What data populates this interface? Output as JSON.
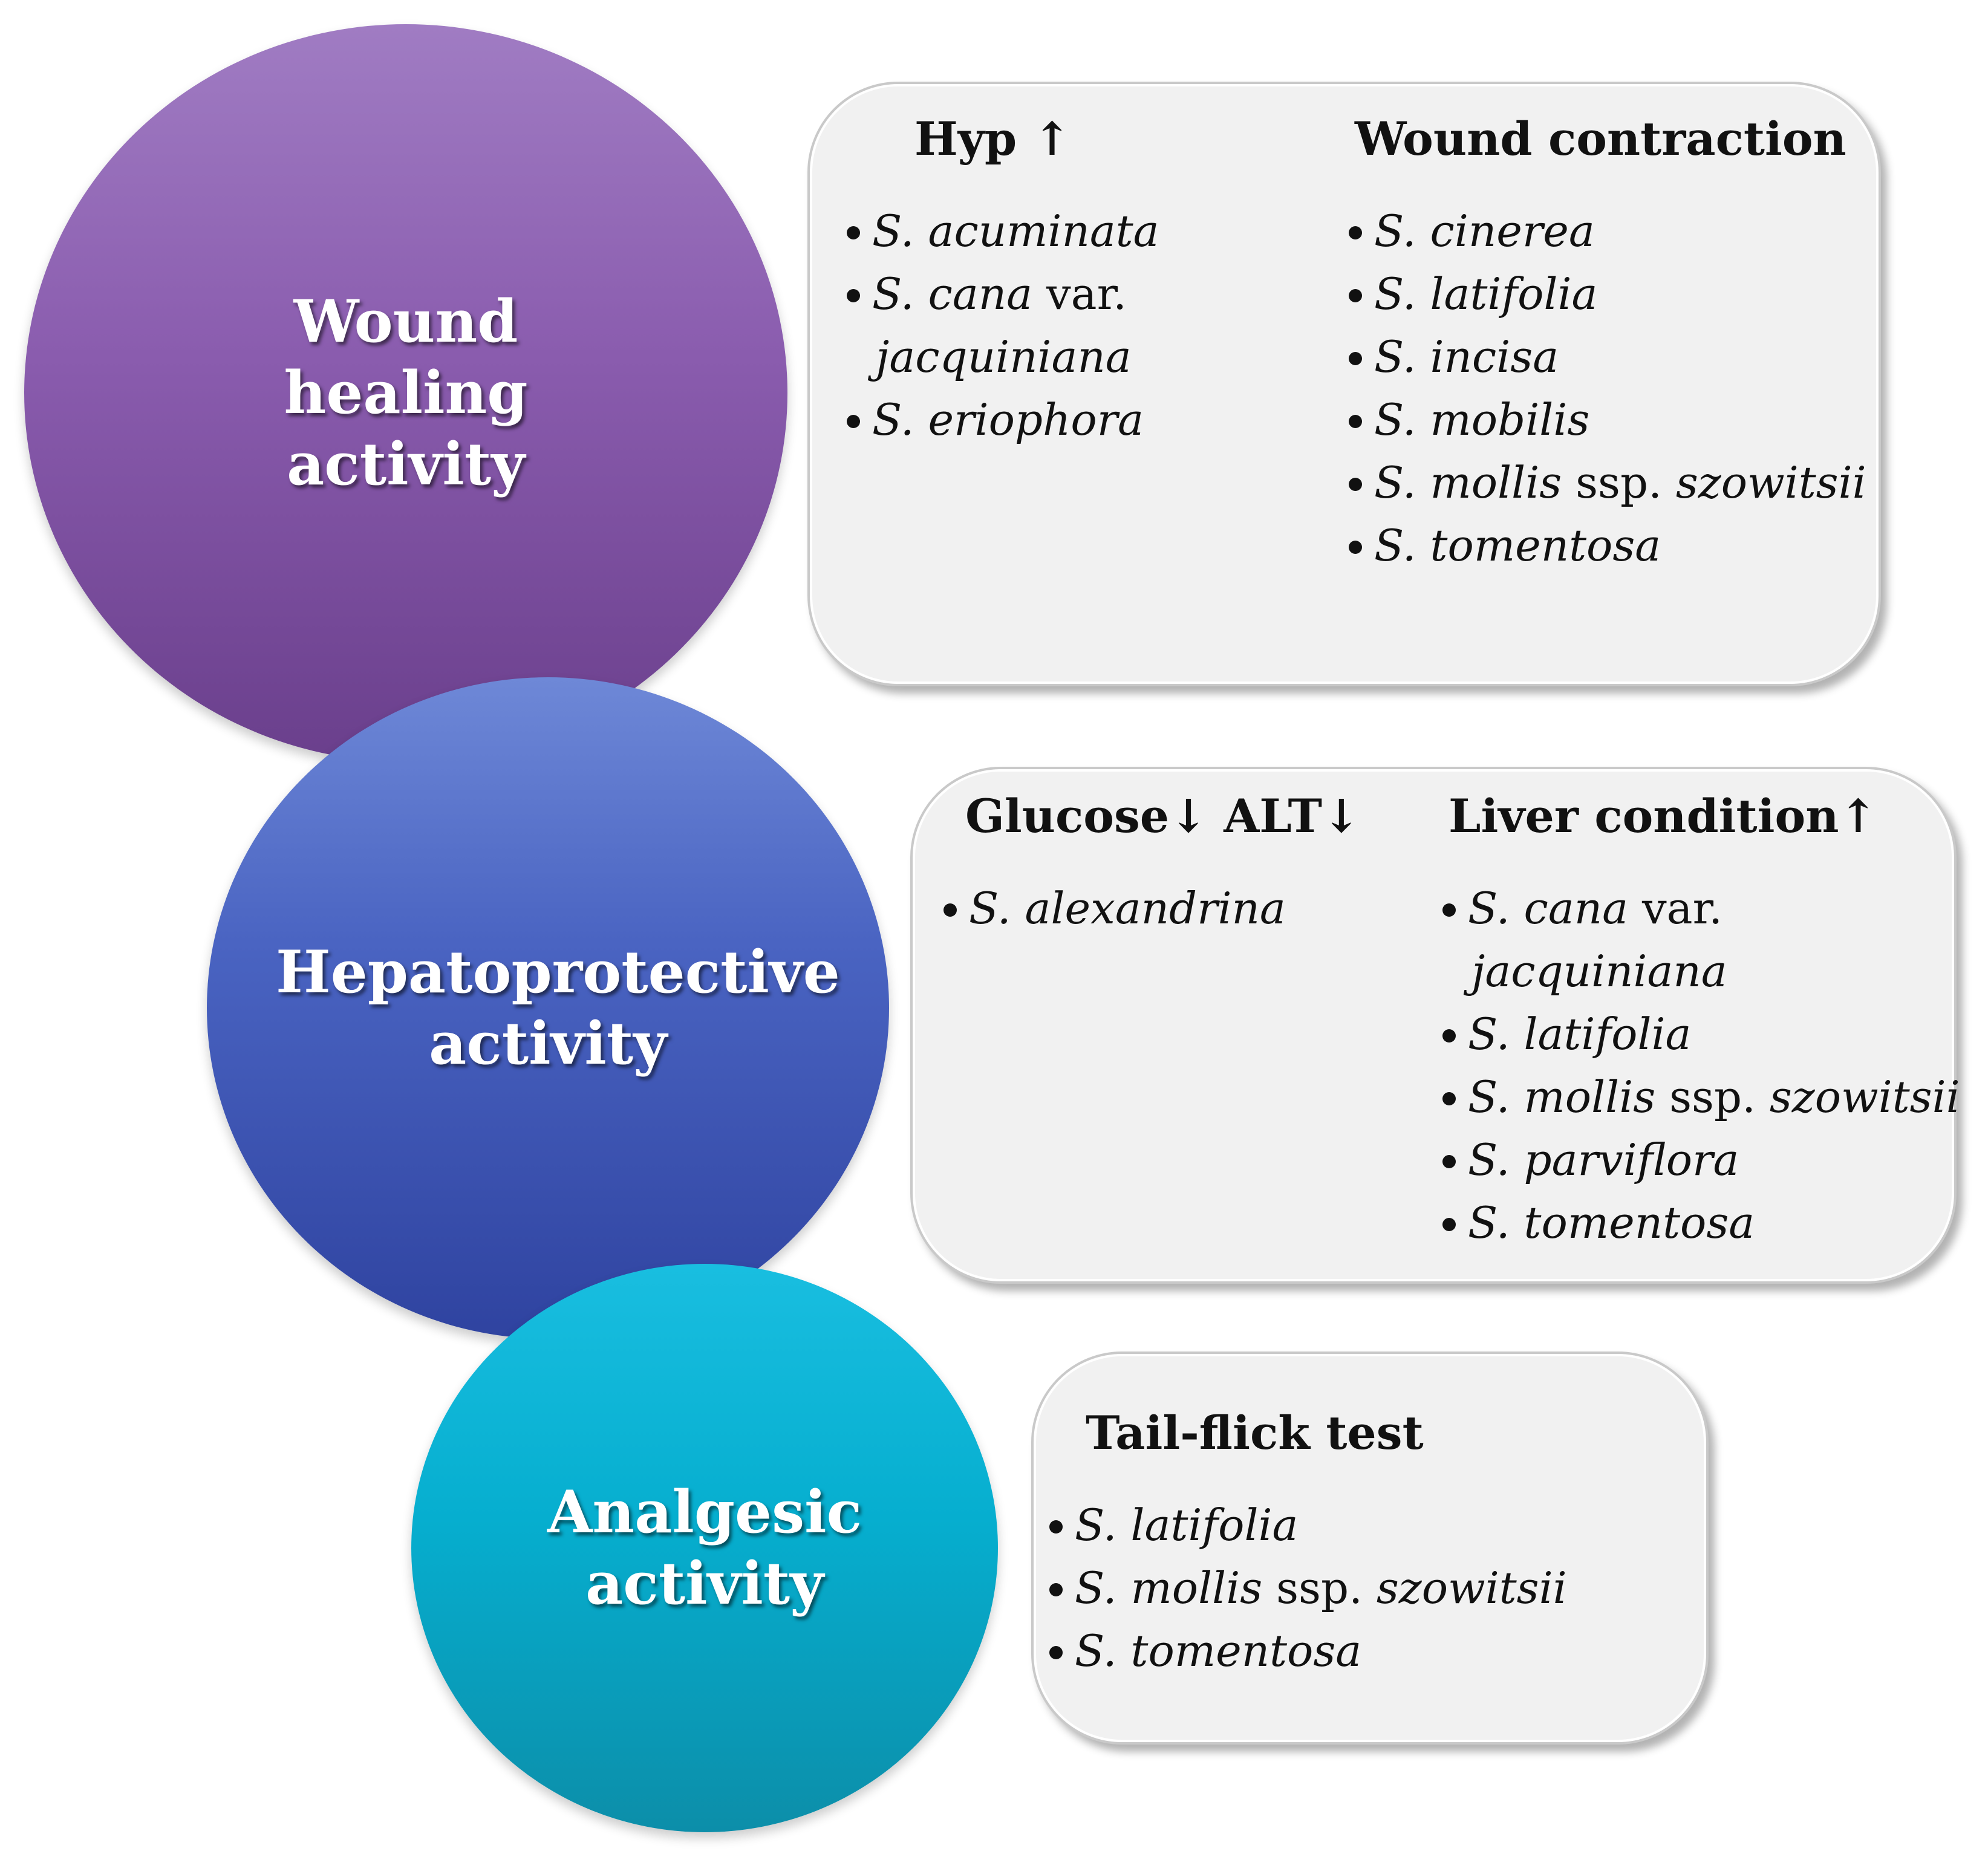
{
  "wound": {
    "title": "Wound healing activity",
    "col1": {
      "heading": "Hyp ↑",
      "items": [
        {
          "species": "S. acuminata",
          "rest": ""
        },
        {
          "species": "S. cana",
          "rest": " var.",
          "cont": "jacquiniana"
        },
        {
          "species": "S. eriophora",
          "rest": ""
        }
      ]
    },
    "col2": {
      "heading": "Wound contraction",
      "items": [
        {
          "species": "S. cinerea",
          "rest": ""
        },
        {
          "species": "S. latifolia",
          "rest": ""
        },
        {
          "species": "S. incisa",
          "rest": ""
        },
        {
          "species": "S. mobilis",
          "rest": ""
        },
        {
          "species": "S. mollis",
          "rest": " ssp. ",
          "tail": "szowitsii"
        },
        {
          "species": "S. tomentosa",
          "rest": ""
        }
      ]
    }
  },
  "hep": {
    "title": "Hepatoprotective activity",
    "col1": {
      "heading": "Glucose↓ ALT↓",
      "items": [
        {
          "species": "S. alexandrina",
          "rest": ""
        }
      ]
    },
    "col2": {
      "heading": "Liver condition↑",
      "items": [
        {
          "species": "S. cana",
          "rest": " var.",
          "cont": "jacquiniana"
        },
        {
          "species": "S. latifolia",
          "rest": ""
        },
        {
          "species": "S. mollis",
          "rest": " ssp. ",
          "tail": "szowitsii"
        },
        {
          "species": "S. parviflora",
          "rest": ""
        },
        {
          "species": "S. tomentosa",
          "rest": ""
        }
      ]
    }
  },
  "anal": {
    "title": "Analgesic activity",
    "col1": {
      "heading": "Tail-flick test",
      "items": [
        {
          "species": "S. latifolia",
          "rest": ""
        },
        {
          "species": "S. mollis",
          "rest": " ssp. ",
          "tail": "szowitsii"
        },
        {
          "species": "S. tomentosa",
          "rest": ""
        }
      ]
    }
  }
}
